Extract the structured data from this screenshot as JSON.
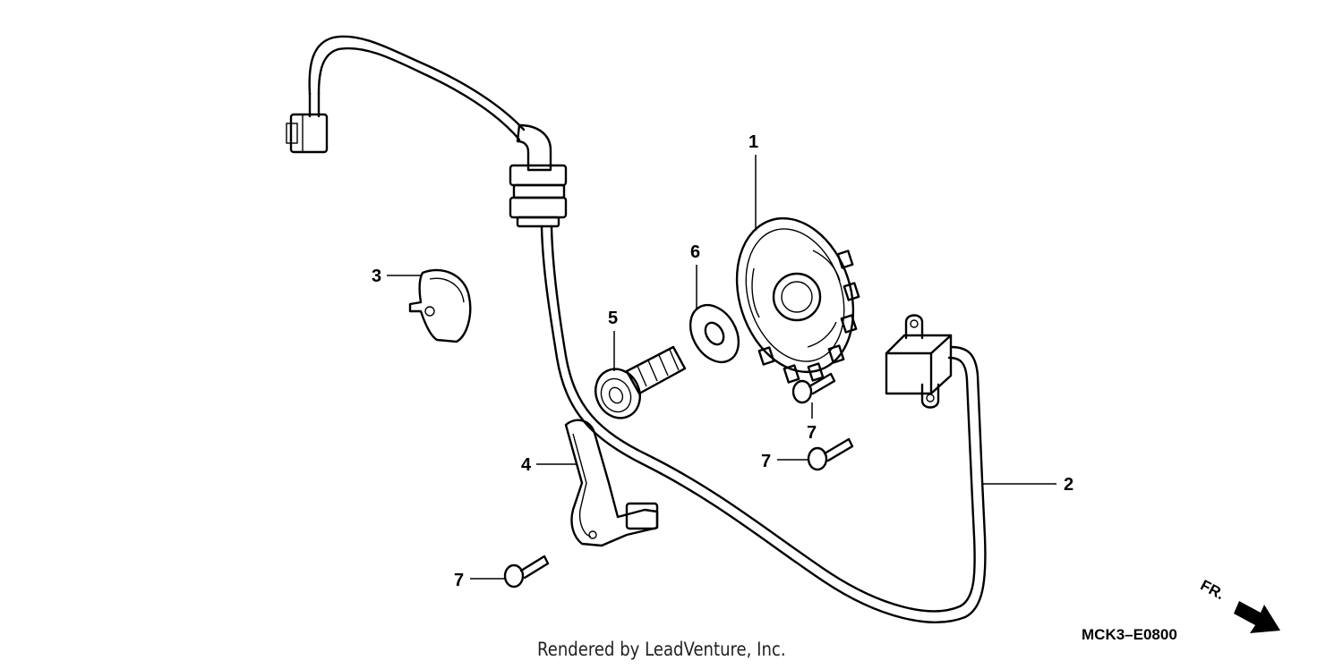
{
  "callouts": {
    "c1": "1",
    "c2": "2",
    "c3": "3",
    "c4": "4",
    "c5": "5",
    "c6": "6",
    "c7a": "7",
    "c7b": "7",
    "c7c": "7"
  },
  "diagram_code": "MCK3–E0800",
  "front_marker": "FR.",
  "credit": "Rendered by LeadVenture, Inc.",
  "icons": {
    "front_arrow": "arrow-icon"
  }
}
